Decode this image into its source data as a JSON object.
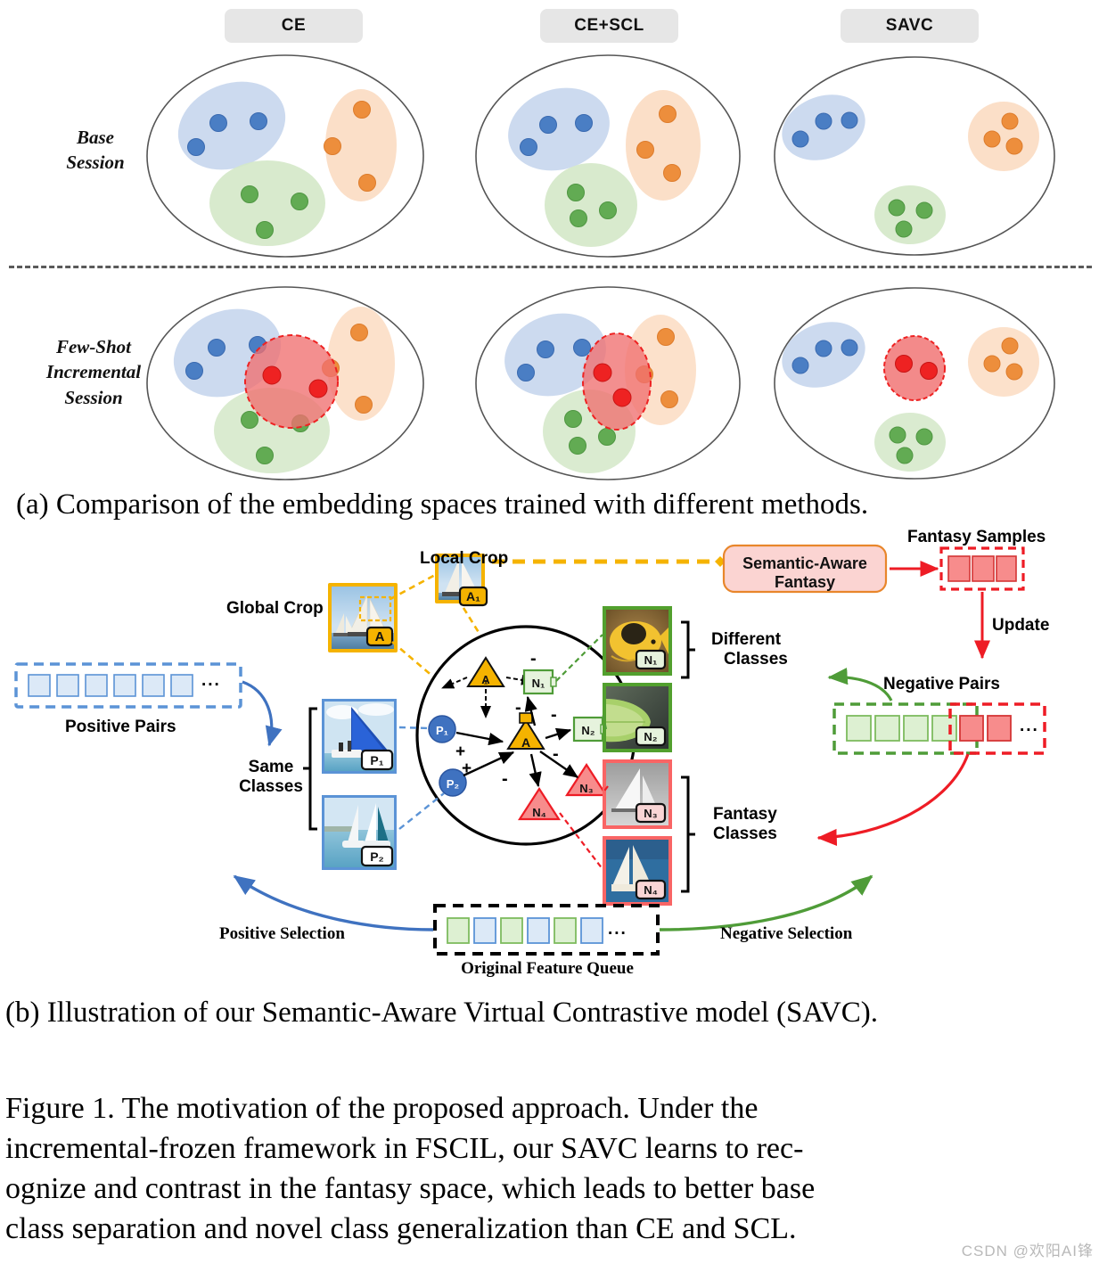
{
  "figure": {
    "caption_a": "(a) Comparison of the embedding spaces trained with different methods.",
    "caption_b": "(b) Illustration of our Semantic-Aware Virtual Contrastive model (SAVC).",
    "main_caption_lines": [
      "Figure 1.  The motivation of the proposed approach.  Under the",
      "incremental-frozen framework in FSCIL, our SAVC learns to rec-",
      "ognize and contrast in the fantasy space, which leads to better base",
      "class separation and novel class generalization than CE and SCL."
    ],
    "watermark": "CSDN @欢阳AI锋"
  },
  "panel_a": {
    "methods": [
      "CE",
      "CE+SCL",
      "SAVC"
    ],
    "row_labels": [
      {
        "lines": [
          "Base",
          "Session"
        ]
      },
      {
        "lines": [
          "Few-Shot",
          "Incremental",
          "Session"
        ]
      }
    ],
    "colors": {
      "blue_fill": "#c3d3ec",
      "blue_dot": "#4a7ec4",
      "orange_fill": "#fbdcc2",
      "orange_dot": "#ed8e3c",
      "green_fill": "#d4e8c8",
      "green_dot": "#62ab53",
      "red_fill": "#f07070",
      "red_dot": "#ee2222",
      "outline": "#555555"
    },
    "legend_note": "blue / orange / green = base classes, red dashed = novel few-shot class"
  },
  "panel_b": {
    "labels": {
      "global_crop": "Global Crop",
      "local_crop": "Local Crop",
      "semantic_aware_fantasy": "Semantic-Aware\nFantasy",
      "semantic_aware_fantasy_l1": "Semantic-Aware",
      "semantic_aware_fantasy_l2": "Fantasy",
      "fantasy_samples": "Fantasy Samples",
      "update": "Update",
      "negative_pairs": "Negative Pairs",
      "positive_pairs": "Positive Pairs",
      "same_classes_l1": "Same",
      "same_classes_l2": "Classes",
      "different_classes_l1": "Different",
      "different_classes_l2": "Classes",
      "fantasy_classes_l1": "Fantasy",
      "fantasy_classes_l2": "Classes",
      "positive_selection": "Positive Selection",
      "negative_selection": "Negative Selection",
      "original_feature_queue": "Original Feature Queue",
      "ellipsis": "..."
    },
    "nodes": {
      "anchor": "A",
      "anchor_virtual": "A₁",
      "positives": [
        "P₁",
        "P₂"
      ],
      "negatives": [
        "N₁",
        "N₂",
        "N₃",
        "N₄"
      ],
      "plus_sign": "+",
      "minus_sign": "-"
    },
    "image_tags": {
      "global_crop": "A",
      "local_crop": "A₁",
      "positive_1": "P₁",
      "positive_2": "P₂",
      "negative_1": "N₁",
      "negative_2": "N₂",
      "negative_3": "N₃",
      "negative_4": "N₄"
    },
    "queues": {
      "positive_pairs_count": 6,
      "negative_pairs_green_count": 4,
      "negative_pairs_red_count": 2,
      "fantasy_samples_count": 3,
      "original_queue_pattern": [
        "green",
        "blue",
        "green",
        "blue",
        "green",
        "blue"
      ]
    },
    "colors": {
      "gold": "#F5B300",
      "blue": "#3f72c0",
      "green": "#4f9c38",
      "red": "#ee1c25",
      "pink_fill": "#f9c9c9",
      "fantasy_box_border": "#E8862B"
    }
  }
}
